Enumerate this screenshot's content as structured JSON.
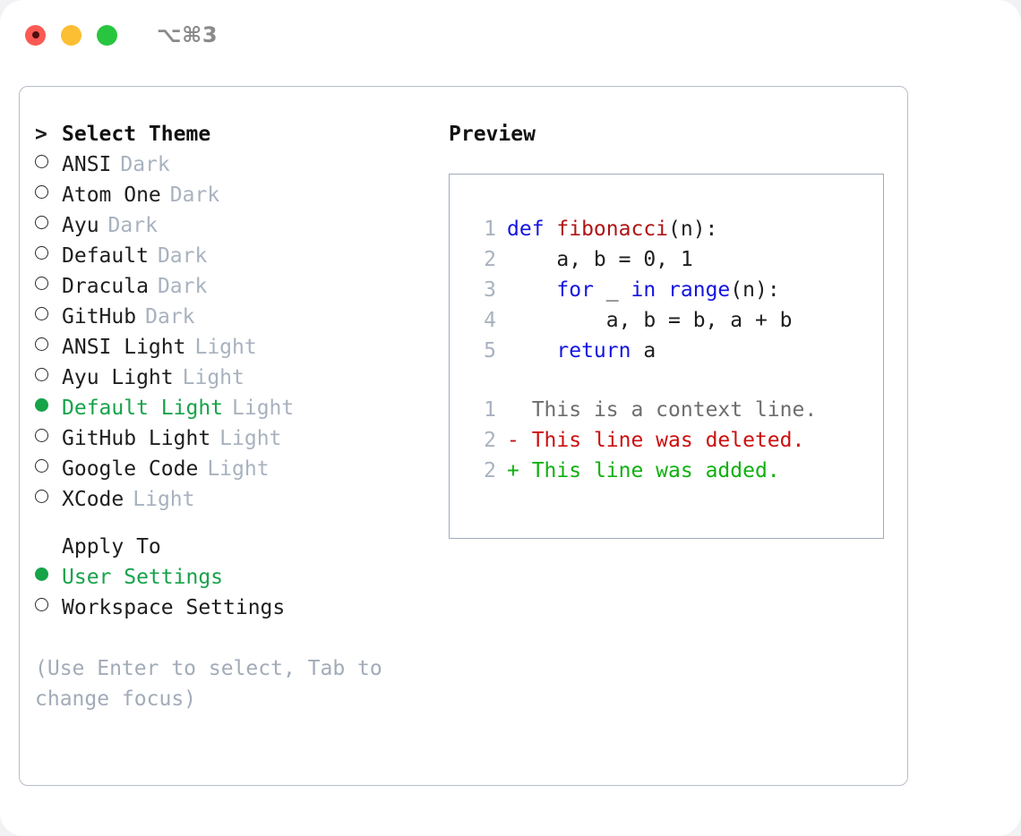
{
  "titlebar": {
    "shortcut": "⌥⌘3",
    "dots": [
      "close-red",
      "minimize-yellow",
      "maximize-green"
    ]
  },
  "theme_picker": {
    "heading_prompt": ">",
    "heading": "Select Theme",
    "items": [
      {
        "marker": "o",
        "label": "ANSI",
        "tag": "Dark",
        "selected": false
      },
      {
        "marker": "o",
        "label": "Atom One",
        "tag": "Dark",
        "selected": false
      },
      {
        "marker": "o",
        "label": "Ayu",
        "tag": "Dark",
        "selected": false
      },
      {
        "marker": "o",
        "label": "Default",
        "tag": "Dark",
        "selected": false
      },
      {
        "marker": "o",
        "label": "Dracula",
        "tag": "Dark",
        "selected": false
      },
      {
        "marker": "o",
        "label": "GitHub",
        "tag": "Dark",
        "selected": false
      },
      {
        "marker": "o",
        "label": "ANSI Light",
        "tag": "Light",
        "selected": false
      },
      {
        "marker": "o",
        "label": "Ayu Light",
        "tag": "Light",
        "selected": false
      },
      {
        "marker": "●",
        "label": "Default Light",
        "tag": "Light",
        "selected": true
      },
      {
        "marker": "o",
        "label": "GitHub Light",
        "tag": "Light",
        "selected": false
      },
      {
        "marker": "o",
        "label": "Google Code",
        "tag": "Light",
        "selected": false
      },
      {
        "marker": "o",
        "label": "XCode",
        "tag": "Light",
        "selected": false
      }
    ]
  },
  "apply_to": {
    "heading": "Apply To",
    "options": [
      {
        "marker": "●",
        "label": "User Settings",
        "selected": true
      },
      {
        "marker": "o",
        "label": "Workspace Settings",
        "selected": false
      }
    ]
  },
  "hint": "(Use Enter to select, Tab to\nchange focus)",
  "preview": {
    "title": "Preview",
    "code_lines": [
      {
        "no": "1",
        "tokens": [
          {
            "t": "def ",
            "c": "kw"
          },
          {
            "t": "fibonacci",
            "c": "fn"
          },
          {
            "t": "(n):",
            "c": "plain"
          }
        ]
      },
      {
        "no": "2",
        "tokens": [
          {
            "t": "    a, b = 0, 1",
            "c": "plain"
          }
        ]
      },
      {
        "no": "3",
        "tokens": [
          {
            "t": "    ",
            "c": "plain"
          },
          {
            "t": "for",
            "c": "kw"
          },
          {
            "t": " _ ",
            "c": "plain"
          },
          {
            "t": "in",
            "c": "kw"
          },
          {
            "t": " ",
            "c": "plain"
          },
          {
            "t": "range",
            "c": "kw"
          },
          {
            "t": "(n):",
            "c": "plain"
          }
        ]
      },
      {
        "no": "4",
        "tokens": [
          {
            "t": "        a, b = b, a + b",
            "c": "plain"
          }
        ]
      },
      {
        "no": "5",
        "tokens": [
          {
            "t": "    ",
            "c": "plain"
          },
          {
            "t": "return",
            "c": "kw"
          },
          {
            "t": " a",
            "c": "plain"
          }
        ]
      }
    ],
    "diff_lines": [
      {
        "no": "1",
        "sign": " ",
        "text": " This is a context line.",
        "kind": "ctx"
      },
      {
        "no": "2",
        "sign": "-",
        "text": " This line was deleted.",
        "kind": "del"
      },
      {
        "no": "2",
        "sign": "+",
        "text": " This line was added.",
        "kind": "add"
      }
    ]
  },
  "colors": {
    "accent_green": "#16a34a",
    "keyword_blue": "#1414e0",
    "function_red": "#b01414",
    "diff_deleted": "#cc0f0f",
    "diff_added": "#10b010",
    "muted": "#a8b2bf",
    "border": "#b6bec9"
  }
}
